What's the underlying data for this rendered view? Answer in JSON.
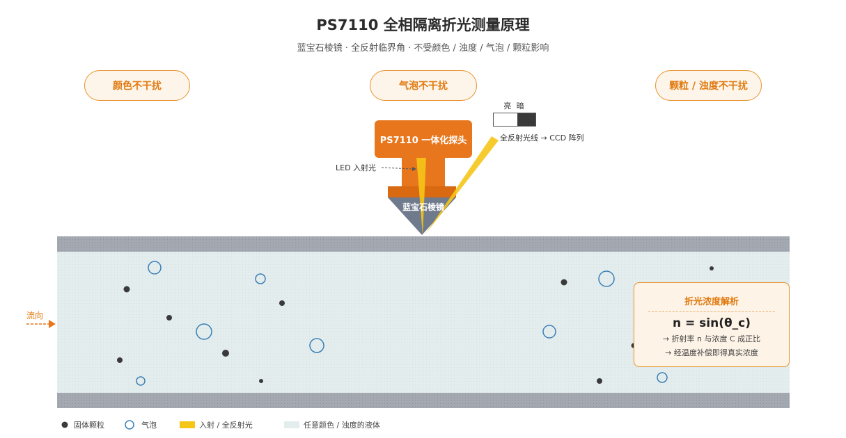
{
  "title": "PS7110 全相隔离折光测量原理",
  "subtitle": "蓝宝石棱镜 · 全反射临界角 · 不受颜色 / 浊度 / 气泡 / 颗粒影响",
  "pills": [
    "颜色不干扰",
    "气泡不干扰",
    "颗粒 / 浊度不干扰"
  ],
  "probe": {
    "label": "PS7110 一体化探头",
    "prism_label": "蓝宝石棱镜"
  },
  "switch_label": "亮 暗",
  "notes": {
    "tir": "全反射光线 → CCD 阵列",
    "led": "LED 入射光"
  },
  "flow_label": "流向",
  "info_box": {
    "title": "折光浓度解析",
    "formula": "n = sin(θ_c)",
    "line1": "→ 折射率 n 与浓度 C 成正比",
    "line2": "→ 经温度补偿即得真实浓度"
  },
  "legend": {
    "particle": "固体颗粒",
    "bubble": "气泡",
    "light": "入射 / 全反射光",
    "liquid": "任意颜色 / 浊度的液体"
  },
  "colors": {
    "accent": "#e8761c",
    "pill_bg": "#fdf5ea",
    "liquid": "#e4eded",
    "pipe_wall": "#9fa4ad",
    "bubble": "#3a7fb8",
    "particle": "#3a3a3a",
    "light": "#f5c518",
    "prism": "#6f7a8c"
  }
}
